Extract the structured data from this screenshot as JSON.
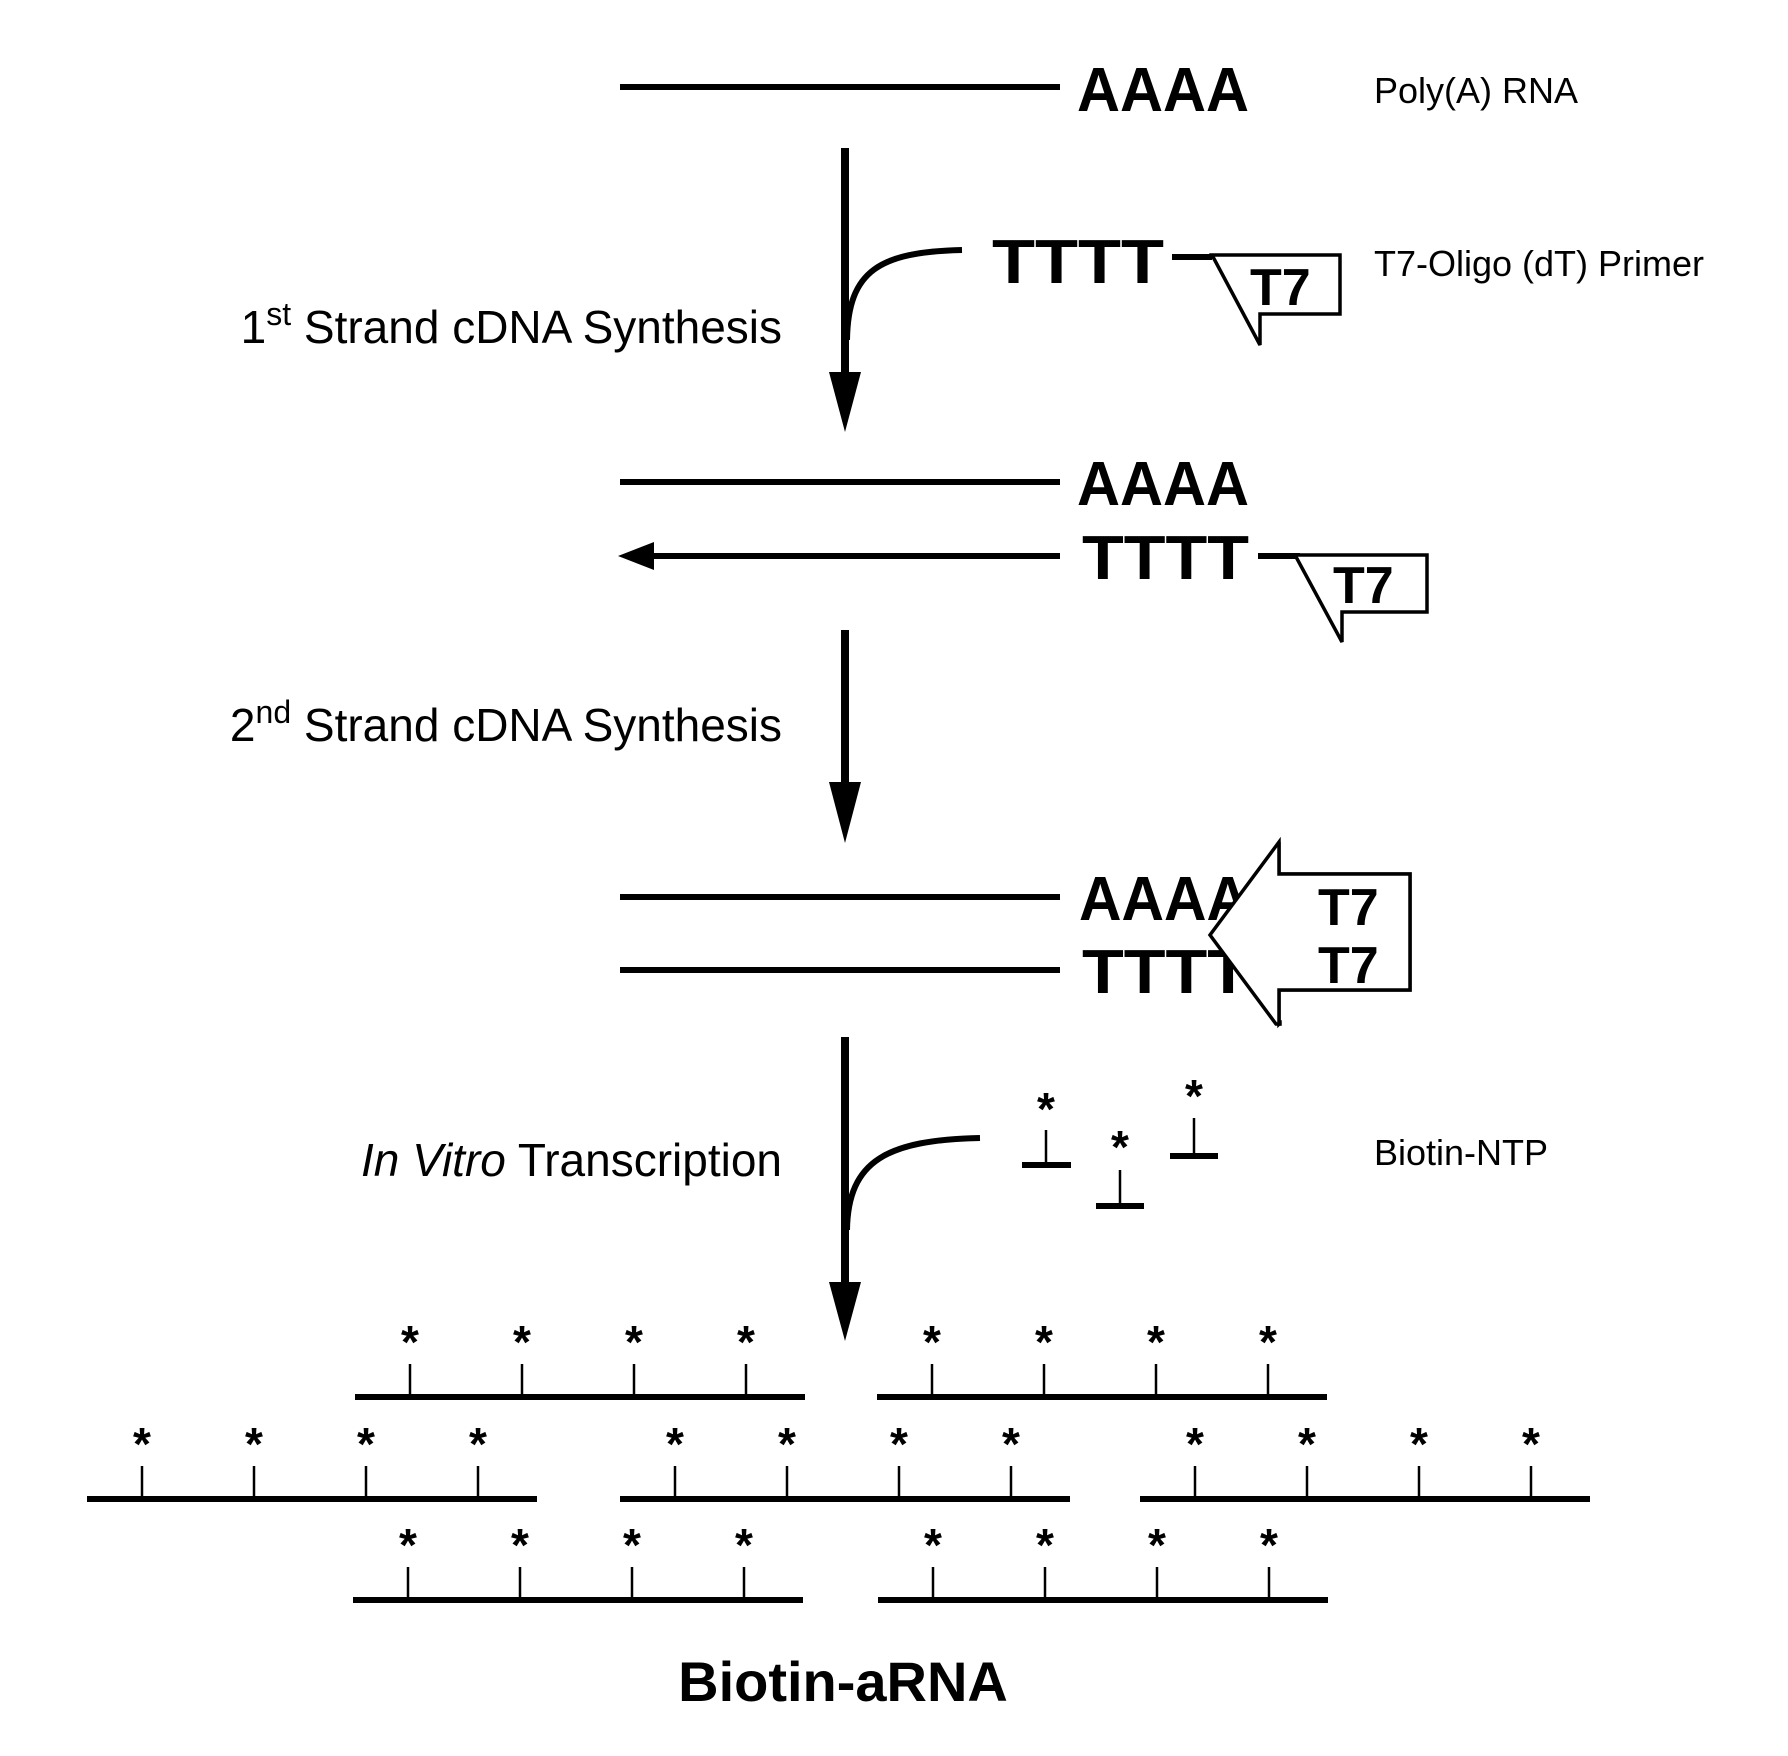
{
  "labels": {
    "poly_a_rna": "Poly(A) RNA",
    "primer": "T7-Oligo (dT) Primer",
    "biotin_ntp": "Biotin-NTP"
  },
  "sequences": {
    "poly_a": "AAAA",
    "oligo_dt": "TTTT",
    "promoter": "T7"
  },
  "steps": {
    "first_strand": {
      "number": "1",
      "superscript": "st",
      "text": " Strand cDNA Synthesis"
    },
    "second_strand": {
      "number": "2",
      "superscript": "nd",
      "text": " Strand cDNA Synthesis"
    },
    "ivt": {
      "italic": "In Vitro",
      "text": " Transcription"
    }
  },
  "marker": "*",
  "product_title": "Biotin-aRNA"
}
